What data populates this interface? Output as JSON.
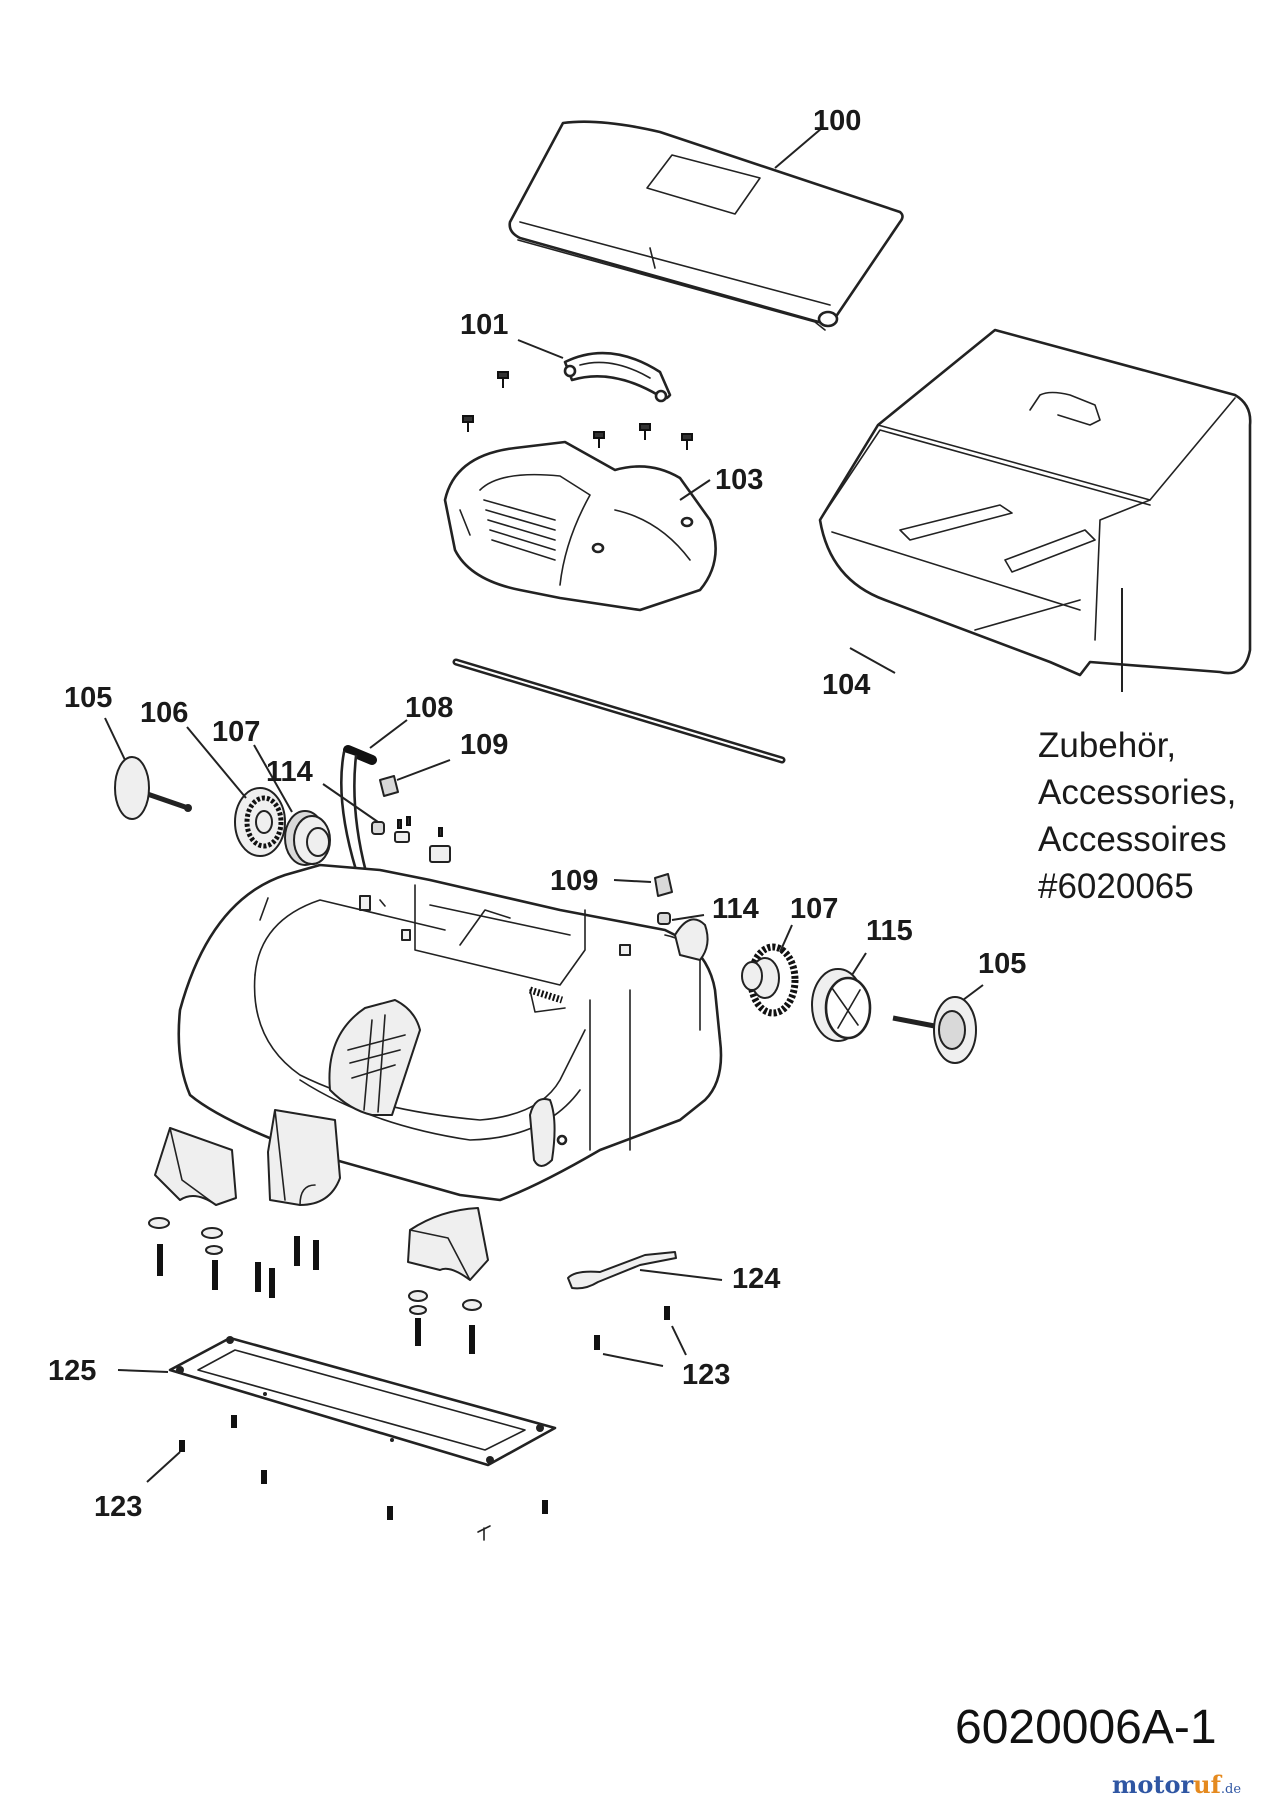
{
  "drawing_number": "6020006A-1",
  "accessory_note": [
    "Zubehör,",
    "Accessories,",
    "Accessoires",
    "#6020065"
  ],
  "brand": {
    "main": "motor",
    "accent": "uf",
    "suffix": ".de"
  },
  "labels": {
    "p100": "100",
    "p101": "101",
    "p103": "103",
    "p104": "104",
    "p105a": "105",
    "p105b": "105",
    "p106": "106",
    "p107a": "107",
    "p107b": "107",
    "p108": "108",
    "p109a": "109",
    "p109b": "109",
    "p114a": "114",
    "p114b": "114",
    "p115": "115",
    "p123a": "123",
    "p123b": "123",
    "p124": "124",
    "p125": "125"
  },
  "colors": {
    "ink": "#1a1a1a",
    "brand_blue": "#2f56a3",
    "brand_orange": "#e58a1f"
  }
}
